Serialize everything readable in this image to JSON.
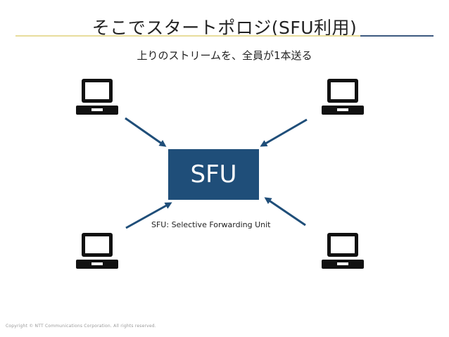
{
  "slide": {
    "title": "そこでスタートポロジ(SFU利用)",
    "subtitle": "上りのストリームを、全員が1本送る",
    "footer": "Copyright © NTT Communications Corporation. All rights reserved."
  },
  "diagram": {
    "center_node": {
      "label": "SFU",
      "caption": "SFU: Selective Forwarding Unit"
    },
    "clients": [
      {
        "id": "top-left",
        "icon": "laptop-icon"
      },
      {
        "id": "top-right",
        "icon": "laptop-icon"
      },
      {
        "id": "bottom-left",
        "icon": "laptop-icon"
      },
      {
        "id": "bottom-right",
        "icon": "laptop-icon"
      }
    ],
    "edges": [
      {
        "from": "top-left",
        "to": "SFU"
      },
      {
        "from": "top-right",
        "to": "SFU"
      },
      {
        "from": "bottom-left",
        "to": "SFU"
      },
      {
        "from": "bottom-right",
        "to": "SFU"
      }
    ]
  },
  "colors": {
    "sfu_box": "#1f4e79",
    "arrow": "#1f4e79",
    "rule_left": "#e8dd9c",
    "rule_right": "#3d5a80"
  }
}
